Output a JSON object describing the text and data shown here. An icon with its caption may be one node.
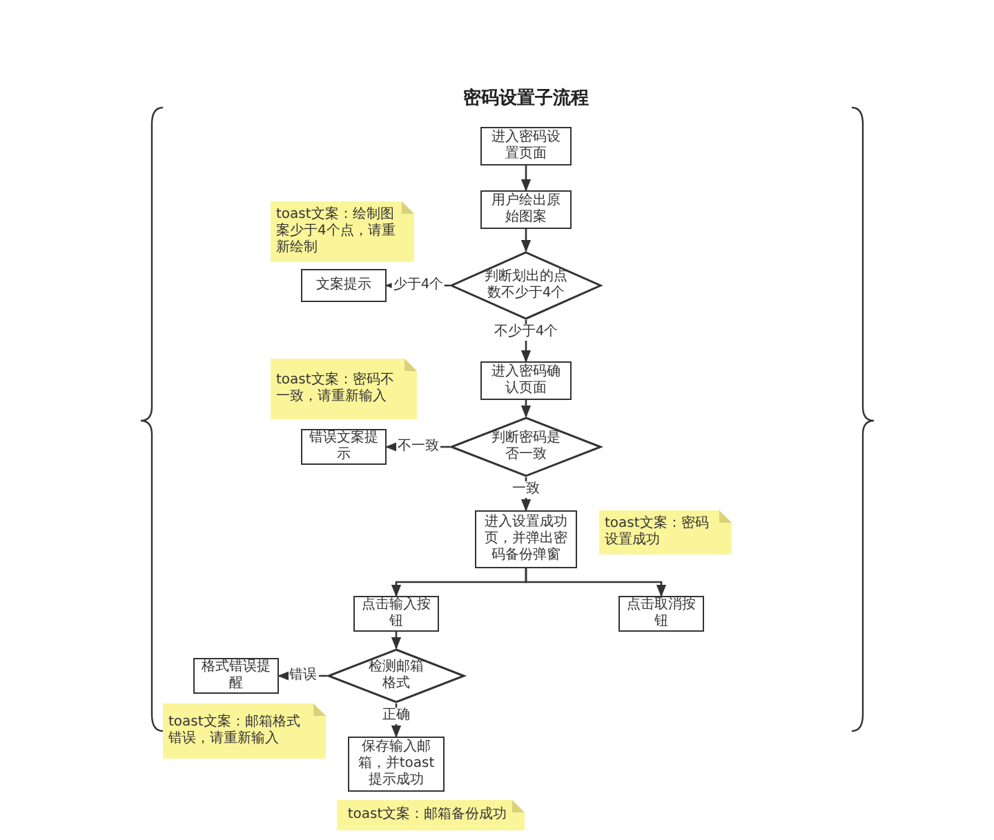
{
  "diagram": {
    "title": "密码设置子流程",
    "nodes": [
      {
        "text": [
          "进入密码设置页面"
        ]
      },
      {
        "text": [
          "用户绘出原始图案"
        ]
      },
      {
        "text": [
          "判断划出的点数不少于4个"
        ]
      },
      {
        "text": [
          "文案提示"
        ]
      },
      {
        "text": [
          "进入密码确认页面"
        ]
      },
      {
        "text": [
          "判断密码是否一致"
        ]
      },
      {
        "text": [
          "错误文案提示"
        ]
      },
      {
        "text": [
          "进入设置成功页，并弹出密码备份弹窗"
        ]
      },
      {
        "text": [
          "点击输入按钮"
        ]
      },
      {
        "text": [
          "点击取消按钮"
        ]
      },
      {
        "text": [
          "检测邮箱格式"
        ]
      },
      {
        "text": [
          "格式错误提醒"
        ]
      },
      {
        "text": [
          "保存输入邮箱，并toast提示成功"
        ]
      },
      {
        "text": [
          "toast文案：绘制图案少于4个点，请重新绘制"
        ]
      },
      {
        "text": [
          "toast文案：密码不一致，请重新输入"
        ]
      },
      {
        "text": [
          "toast文案：密码设置成功"
        ]
      },
      {
        "text": [
          "toast文案：邮箱格式错误，请重新输入"
        ]
      },
      {
        "text": [
          "toast文案：邮箱备份成功"
        ]
      }
    ],
    "edges": [
      {
        "from": 0,
        "to": 1,
        "arrow": "to"
      },
      {
        "from": 1,
        "to": 2,
        "arrow": "to"
      },
      {
        "from": 2,
        "to": 3,
        "arrow": "to",
        "label": "少于4个"
      },
      {
        "from": 2,
        "to": 4,
        "arrow": "to",
        "label": "不少于4个"
      },
      {
        "from": 4,
        "to": 5,
        "arrow": "to"
      },
      {
        "from": 5,
        "to": 6,
        "arrow": "to",
        "label": "不一致"
      },
      {
        "from": 5,
        "to": 7,
        "arrow": "to",
        "label": "一致"
      },
      {
        "from": 7,
        "to": 8,
        "arrow": "to"
      },
      {
        "from": 7,
        "to": 9,
        "arrow": "to"
      },
      {
        "from": 8,
        "to": 10,
        "arrow": "to"
      },
      {
        "from": 10,
        "to": 11,
        "arrow": "to",
        "label": "错误"
      },
      {
        "from": 10,
        "to": 12,
        "arrow": "to",
        "label": "正确"
      }
    ]
  }
}
